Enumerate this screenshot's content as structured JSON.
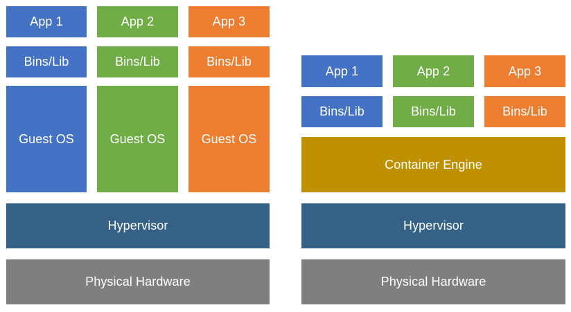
{
  "vm_stack": {
    "apps": [
      "App 1",
      "App 2",
      "App 3"
    ],
    "libs": [
      "Bins/Lib",
      "Bins/Lib",
      "Bins/Lib"
    ],
    "guest_os": [
      "Guest OS",
      "Guest OS",
      "Guest OS"
    ],
    "hypervisor": "Hypervisor",
    "hardware": "Physical Hardware"
  },
  "container_stack": {
    "apps": [
      "App 1",
      "App 2",
      "App 3"
    ],
    "libs": [
      "Bins/Lib",
      "Bins/Lib",
      "Bins/Lib"
    ],
    "engine": "Container Engine",
    "hypervisor": "Hypervisor",
    "hardware": "Physical Hardware"
  },
  "colors": {
    "app1": "#4472c4",
    "app2": "#70ad47",
    "app3": "#ed7d31",
    "container_engine": "#bf9000",
    "hypervisor": "#366186",
    "hardware": "#7f7f7f"
  }
}
